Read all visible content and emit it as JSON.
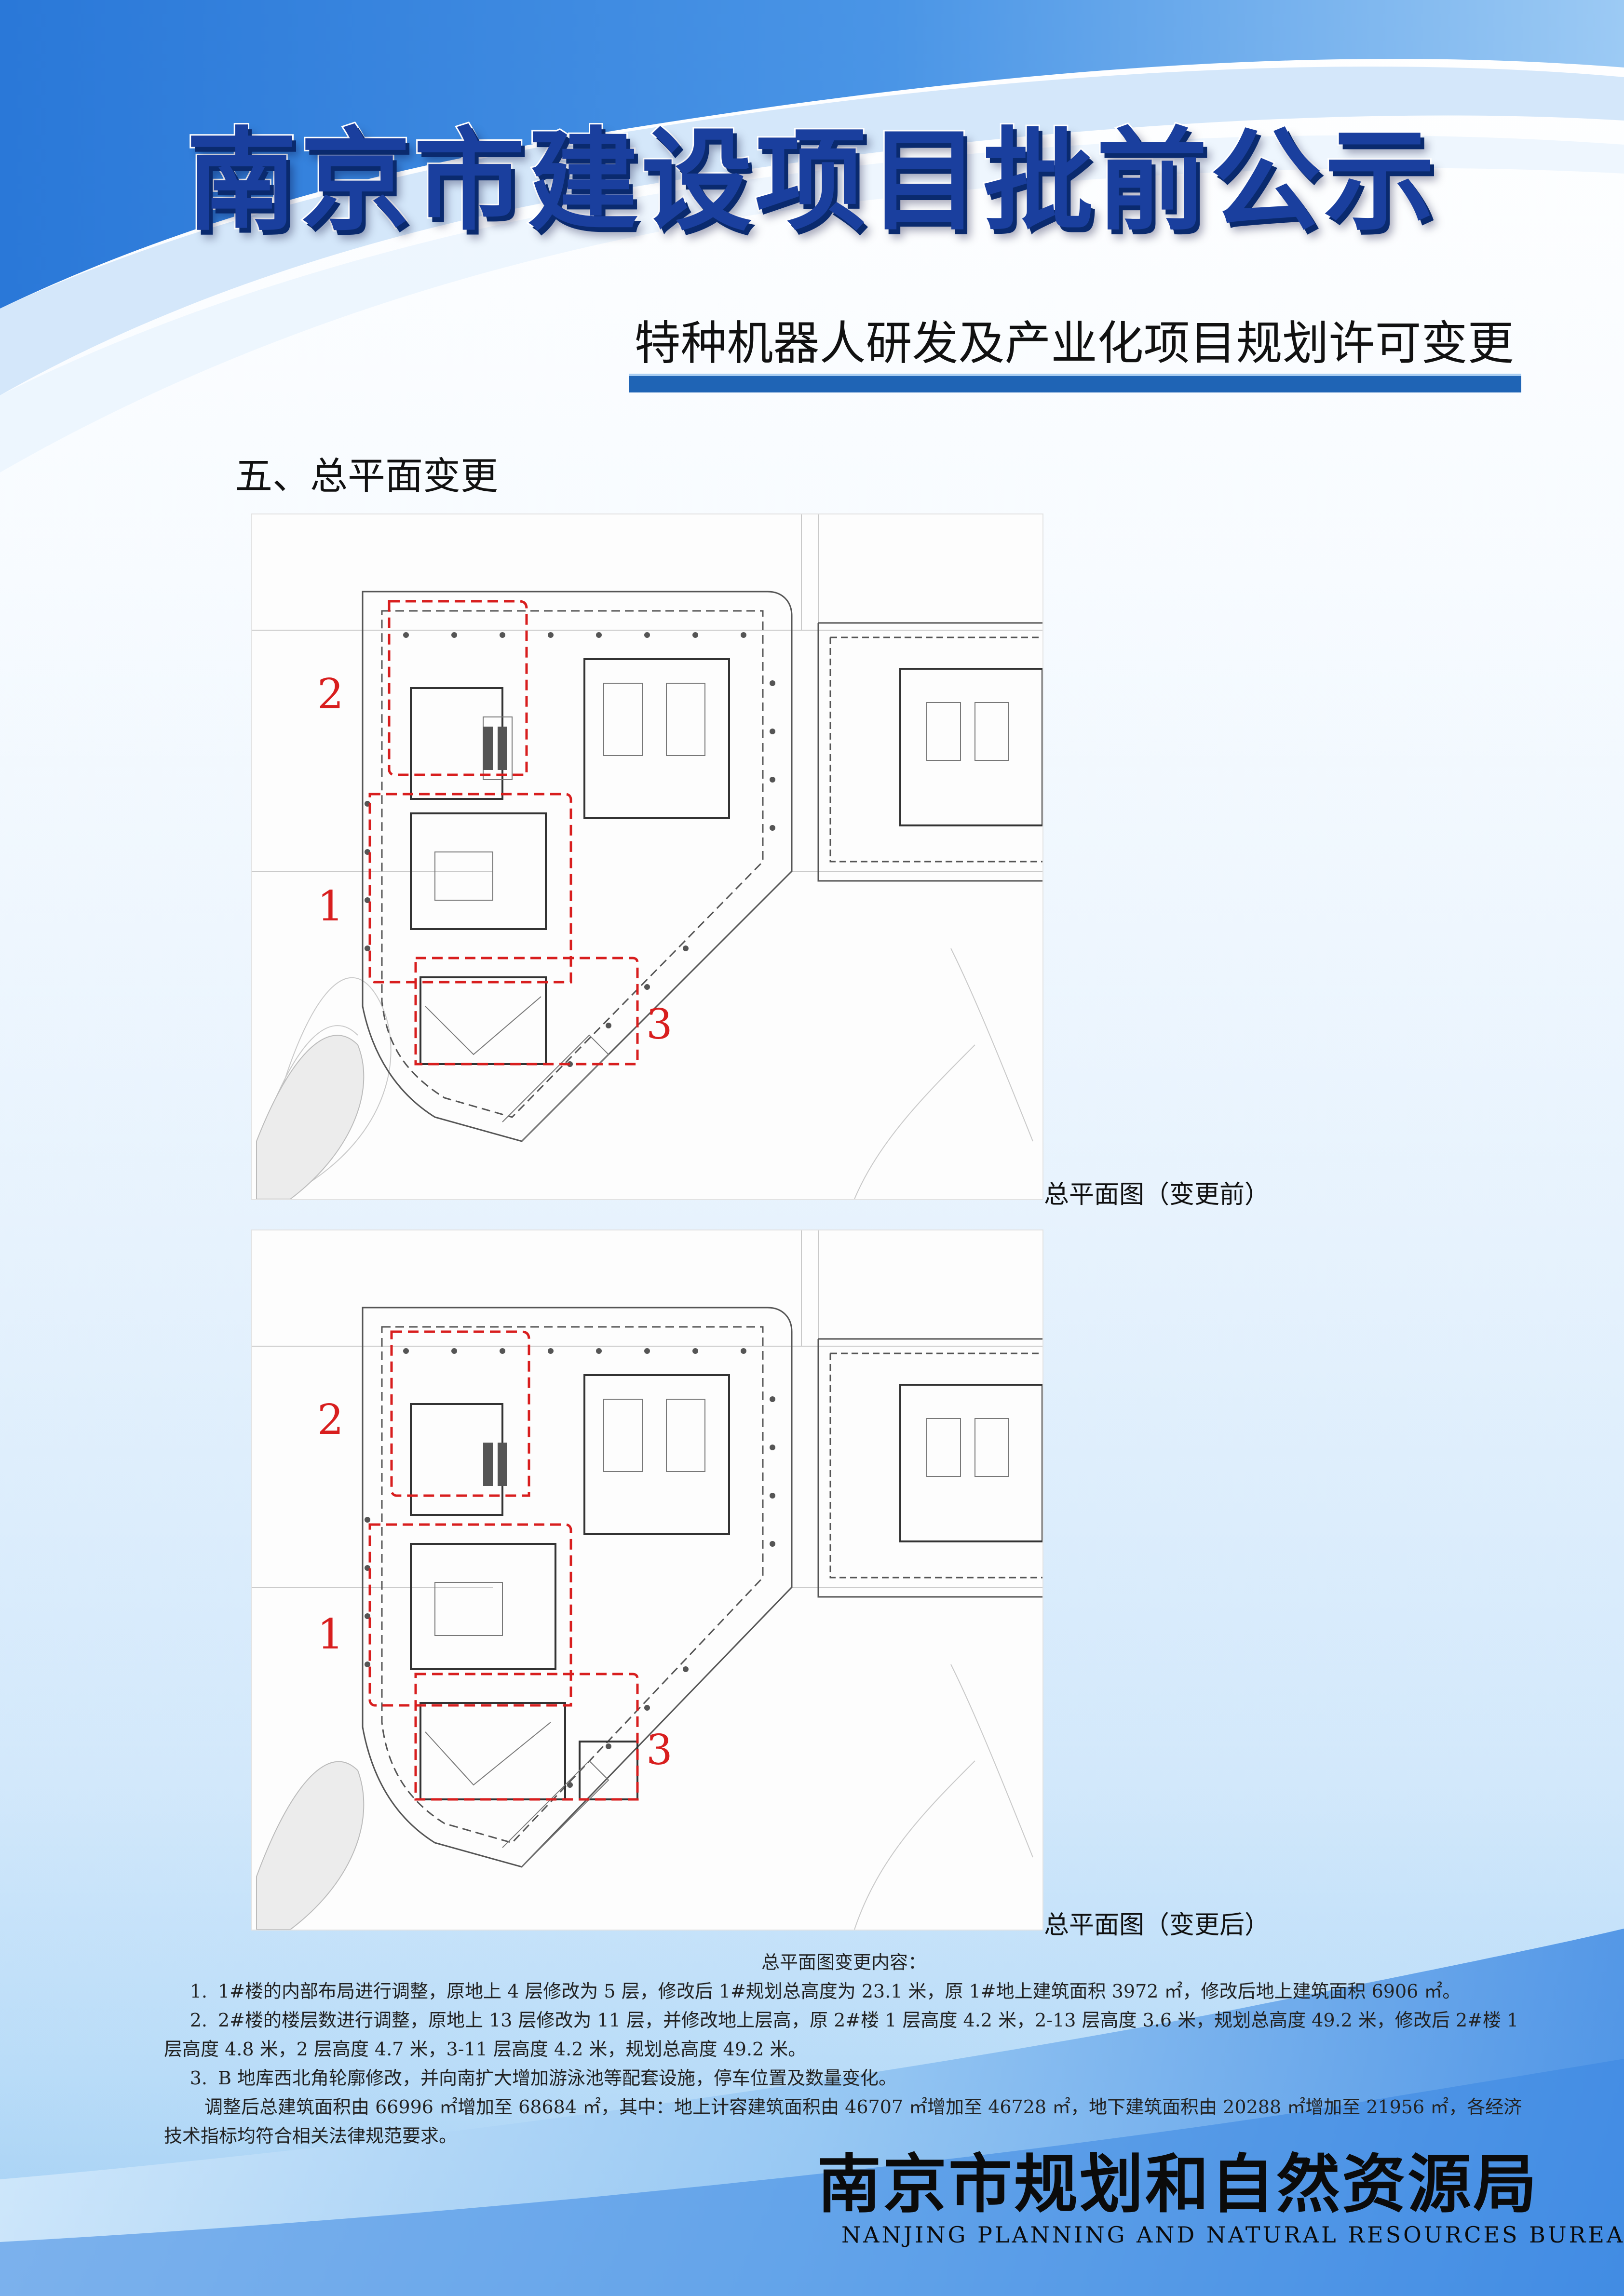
{
  "header": {
    "main_title": "南京市建设项目批前公示",
    "project_title": "特种机器人研发及产业化项目规划许可变更"
  },
  "section": {
    "heading": "五、总平面变更"
  },
  "plans": {
    "before": {
      "caption": "总平面图（变更前）",
      "markers": [
        "2",
        "1",
        "3"
      ]
    },
    "after": {
      "caption": "总平面图（变更后）",
      "markers": [
        "2",
        "1",
        "3"
      ]
    }
  },
  "changes": {
    "heading": "总平面图变更内容：",
    "items": [
      {
        "num": "1.",
        "text": "1#楼的内部布局进行调整，原地上 4 层修改为 5 层，修改后 1#规划总高度为 23.1 米，原 1#地上建筑面积 3972 ㎡，修改后地上建筑面积 6906 ㎡。"
      },
      {
        "num": "2.",
        "text": "2#楼的楼层数进行调整，原地上 13 层修改为 11 层，并修改地上层高，原 2#楼 1 层高度 4.2 米，2-13 层高度 3.6 米，规划总高度 49.2 米，修改后 2#楼 1 层高度 4.8 米，2 层高度 4.7 米，3-11 层高度 4.2 米，规划总高度 49.2 米。"
      },
      {
        "num": "3.",
        "text": "B 地库西北角轮廓修改，并向南扩大增加游泳池等配套设施，停车位置及数量变化。"
      }
    ],
    "summary": "调整后总建筑面积由 66996 ㎡增加至 68684 ㎡，其中：地上计容建筑面积由 46707 ㎡增加至 46728 ㎡，地下建筑面积由 20288 ㎡增加至 21956 ㎡，各经济技术指标均符合相关法律规范要求。"
  },
  "footer": {
    "bureau_cn": "南京市规划和自然资源局",
    "bureau_en": "NANJING PLANNING AND NATURAL RESOURCES BUREAU"
  },
  "colors": {
    "title_blue": "#1a3f9e",
    "accent_blue": "#1f64b5",
    "marker_red": "#d81e1e"
  }
}
